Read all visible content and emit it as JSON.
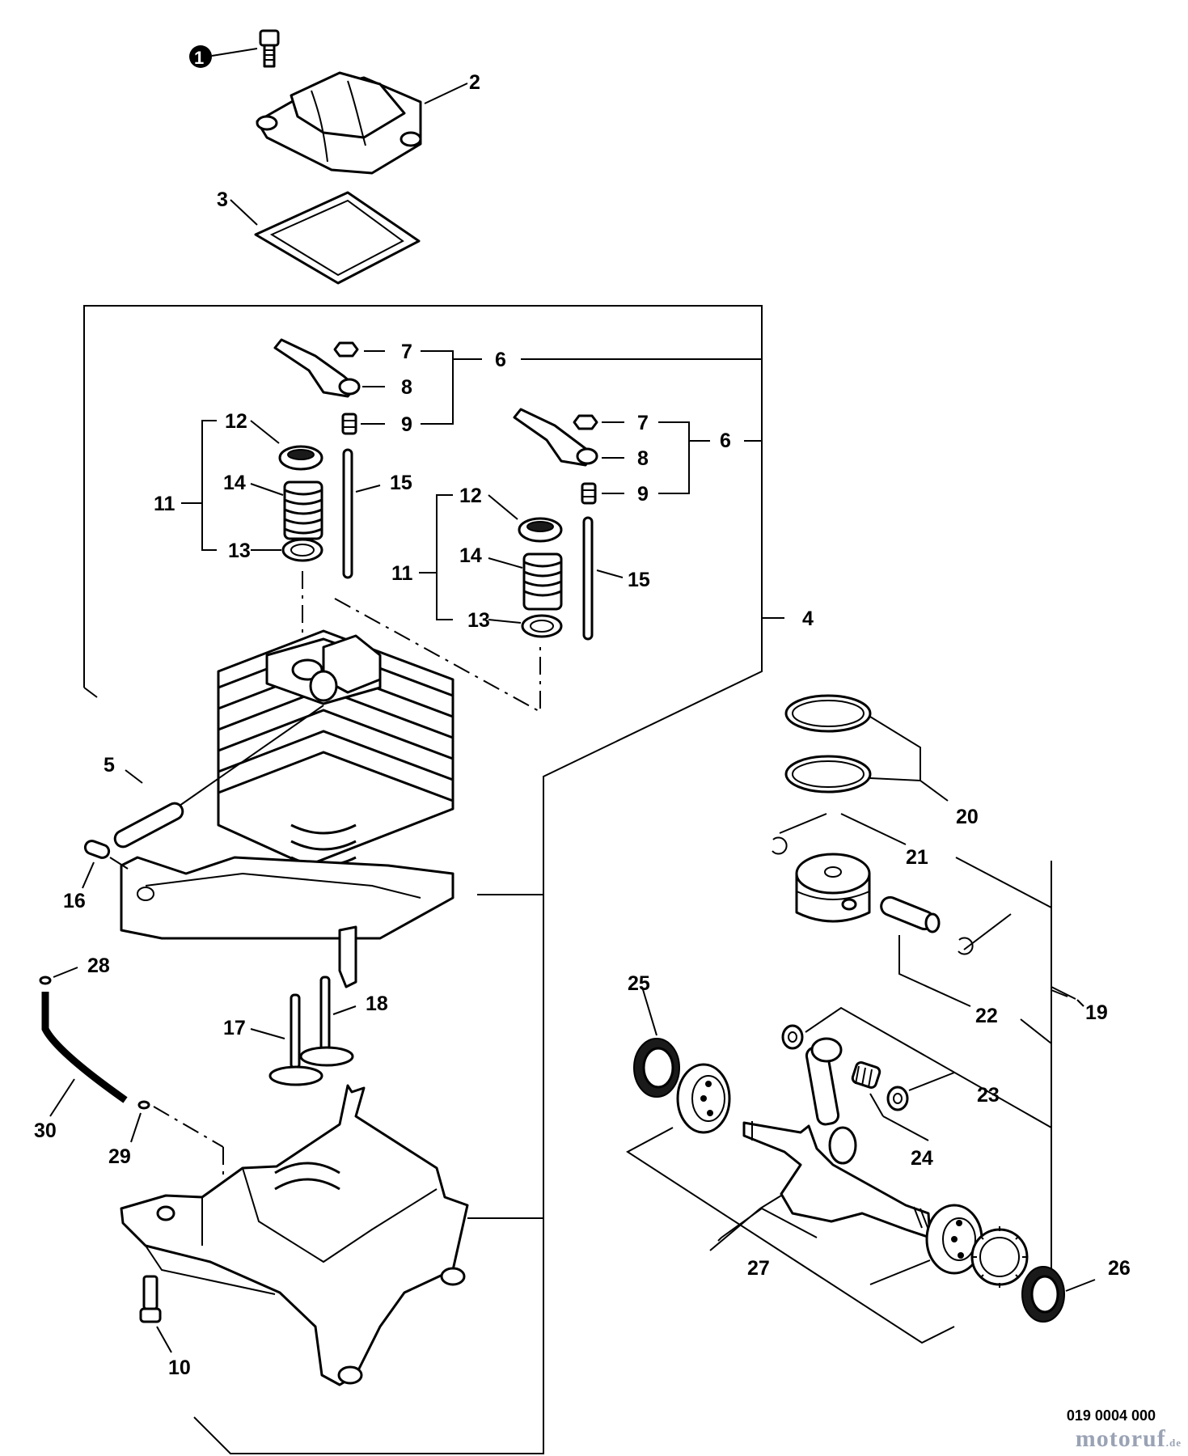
{
  "labels": {
    "1": "1",
    "2": "2",
    "3": "3",
    "4": "4",
    "5": "5",
    "6": "6",
    "7": "7",
    "8": "8",
    "9": "9",
    "10": "10",
    "11": "11",
    "12": "12",
    "13": "13",
    "14": "14",
    "15": "15",
    "16": "16",
    "17": "17",
    "18": "18",
    "19": "19",
    "20": "20",
    "21": "21",
    "22": "22",
    "23": "23",
    "24": "24",
    "25": "25",
    "26": "26",
    "27": "27",
    "28": "28",
    "29": "29",
    "30": "30"
  },
  "footer": {
    "drawing_number": "019 0004 000",
    "watermark_main": "motoruf",
    "watermark_suffix": ".de"
  }
}
